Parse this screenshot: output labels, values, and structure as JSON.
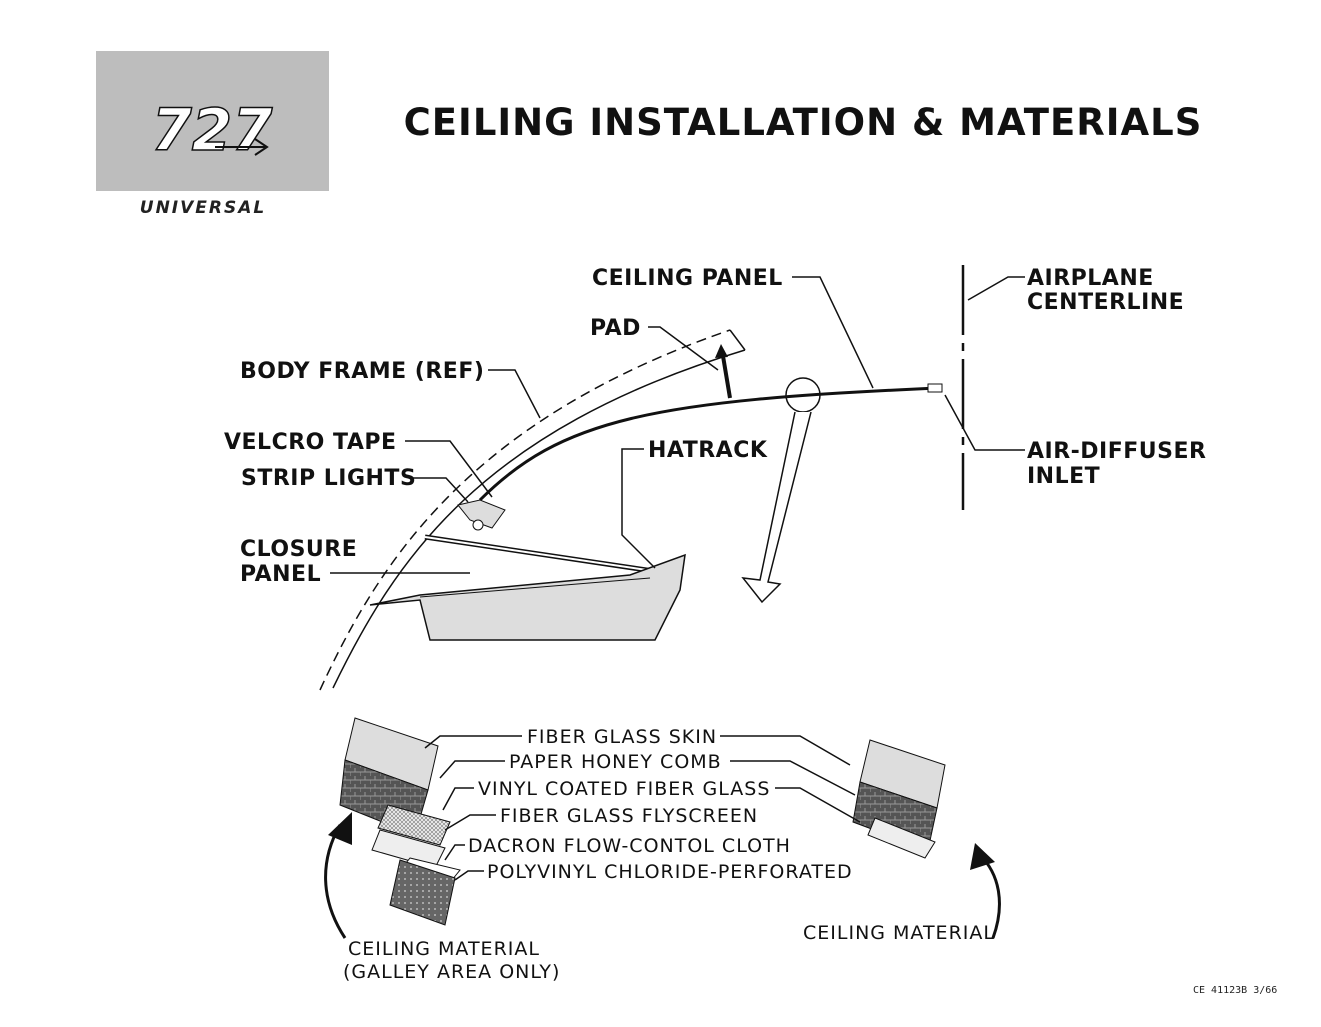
{
  "logo": {
    "number": "727",
    "subtitle": "UNIVERSAL"
  },
  "title": "CEILING INSTALLATION & MATERIALS",
  "installation_labels": {
    "ceiling_panel": "CEILING PANEL",
    "pad": "PAD",
    "body_frame": "BODY FRAME (REF)",
    "velcro_tape": "VELCRO TAPE",
    "strip_lights": "STRIP LIGHTS",
    "hatrack": "HATRACK",
    "closure_panel": [
      "CLOSURE",
      "PANEL"
    ],
    "airplane_centerline": [
      "AIRPLANE",
      "CENTERLINE"
    ],
    "air_diffuser_inlet": [
      "AIR-DIFFUSER",
      "INLET"
    ]
  },
  "material_layers": [
    "FIBER GLASS SKIN",
    "PAPER HONEY COMB",
    "VINYL COATED FIBER GLASS",
    "FIBER GLASS FLYSCREEN",
    "DACRON FLOW-CONTOL CLOTH",
    "POLYVINYL CHLORIDE-PERFORATED"
  ],
  "galley_caption": [
    "CEILING MATERIAL",
    "(GALLEY AREA ONLY)"
  ],
  "ceiling_caption": "CEILING MATERIAL",
  "document_code": "CE 41123B 3/66"
}
